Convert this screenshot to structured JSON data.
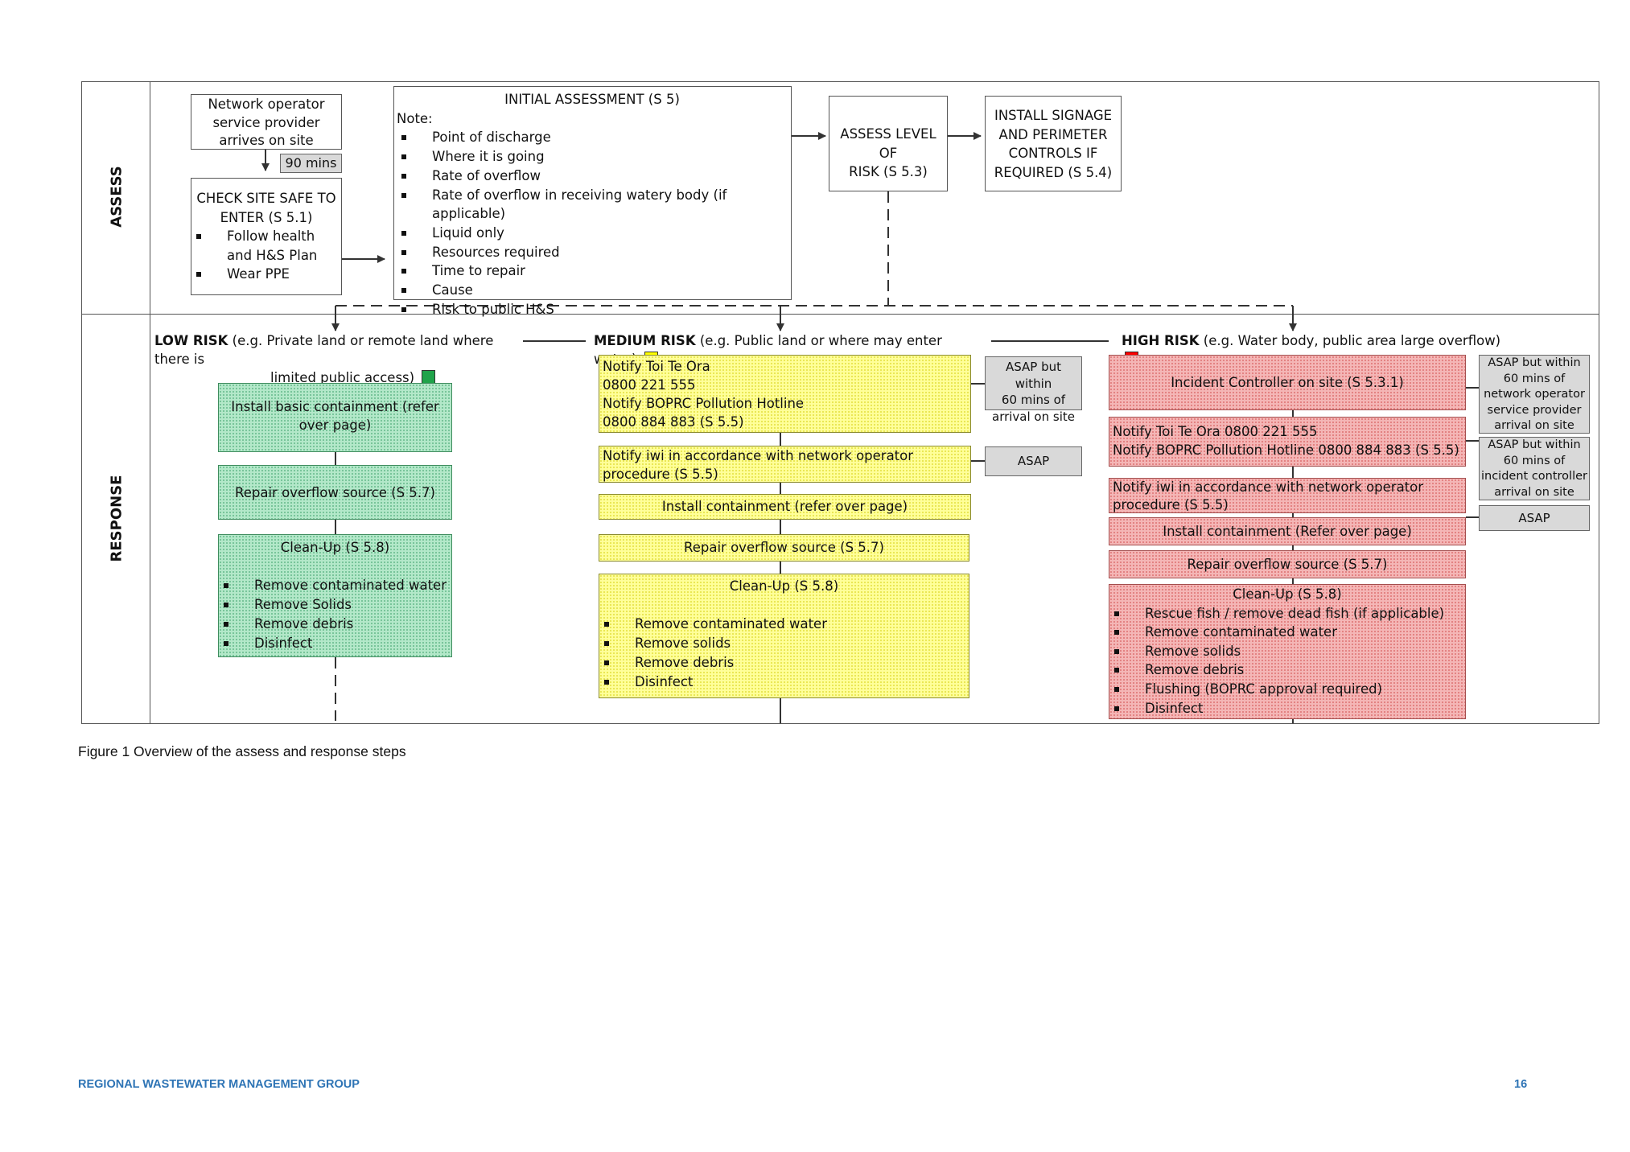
{
  "labels": {
    "assess": "ASSESS",
    "response": "RESPONSE"
  },
  "assess": {
    "arrives_line1": "Network operator",
    "arrives_line2": "service provider",
    "arrives_line3": "arrives on site",
    "time_badge": "90 mins",
    "check_title_1": "CHECK SITE SAFE TO",
    "check_title_2": "ENTER (S 5.1)",
    "check_items": [
      "Follow health and H&S Plan",
      "Wear PPE"
    ],
    "initial_title": "INITIAL ASSESSMENT (S 5)",
    "initial_note": "Note:",
    "initial_items": [
      "Point of discharge",
      "Where it is going",
      "Rate of overflow",
      "Rate of overflow in receiving watery body (if applicable)",
      "Liquid only",
      "Resources required",
      "Time to repair",
      "Cause",
      "Risk to public H&S"
    ],
    "risk_line1": "ASSESS LEVEL OF",
    "risk_line2": "RISK (S 5.3)",
    "signage_lines": [
      "INSTALL SIGNAGE",
      "AND PERIMETER",
      "CONTROLS IF",
      "REQUIRED (S 5.4)"
    ]
  },
  "low": {
    "heading_bold": "LOW RISK",
    "heading_rest": " (e.g. Private land or remote land where there is",
    "heading_line2": "limited public access)",
    "color": "#1fa34a",
    "containment": "Install basic containment (refer over page)",
    "repair": "Repair overflow source (S 5.7)",
    "cleanup_title": "Clean-Up (S 5.8)",
    "cleanup_items": [
      "Remove contaminated water",
      "Remove Solids",
      "Remove debris",
      "Disinfect"
    ]
  },
  "medium": {
    "heading_bold": "MEDIUM RISK",
    "heading_rest": " (e.g. Public land or where may enter water)",
    "color": "#ffff00",
    "notify_lines": [
      "Notify Toi Te Ora",
      "0800 221 555",
      "Notify BOPRC Pollution Hotline",
      "0800 884 883 (S 5.5)"
    ],
    "notify_time_lines": [
      "ASAP but within",
      "60 mins of",
      "arrival on site"
    ],
    "iwi_line1": "Notify iwi in accordance with network operator",
    "iwi_line2": "procedure (S 5.5)",
    "iwi_time": "ASAP",
    "containment": "Install containment (refer over page)",
    "repair": "Repair overflow source (S 5.7)",
    "cleanup_title": "Clean-Up (S 5.8)",
    "cleanup_items": [
      "Remove contaminated water",
      "Remove solids",
      "Remove debris",
      "Disinfect"
    ]
  },
  "high": {
    "heading_bold": "HIGH RISK",
    "heading_rest": " (e.g. Water body, public area large overflow)",
    "color": "#ff0000",
    "controller": "Incident Controller on site  (S 5.3.1)",
    "controller_time_lines": [
      "ASAP but within",
      "60 mins of",
      "network operator",
      "service provider",
      "arrival on site"
    ],
    "notify_line1": "Notify Toi Te Ora 0800 221 555",
    "notify_line2": "Notify BOPRC Pollution Hotline 0800 884 883 (S 5.5)",
    "notify_time_lines": [
      "ASAP but within",
      "60 mins of",
      "incident controller",
      "arrival on site"
    ],
    "iwi_line1": "Notify iwi in accordance with network operator",
    "iwi_line2": "procedure (S 5.5)",
    "iwi_time": "ASAP",
    "containment": "Install containment (Refer over page)",
    "repair": "Repair overflow source (S 5.7)",
    "cleanup_title": "Clean-Up (S 5.8)",
    "cleanup_items": [
      "Rescue fish / remove dead fish (if applicable)",
      "Remove contaminated water",
      "Remove solids",
      "Remove debris",
      "Flushing (BOPRC approval required)",
      "Disinfect"
    ]
  },
  "caption": "Figure 1 Overview of the assess and response steps",
  "footer": {
    "org": "REGIONAL WASTEWATER MANAGEMENT GROUP",
    "page": "16"
  }
}
